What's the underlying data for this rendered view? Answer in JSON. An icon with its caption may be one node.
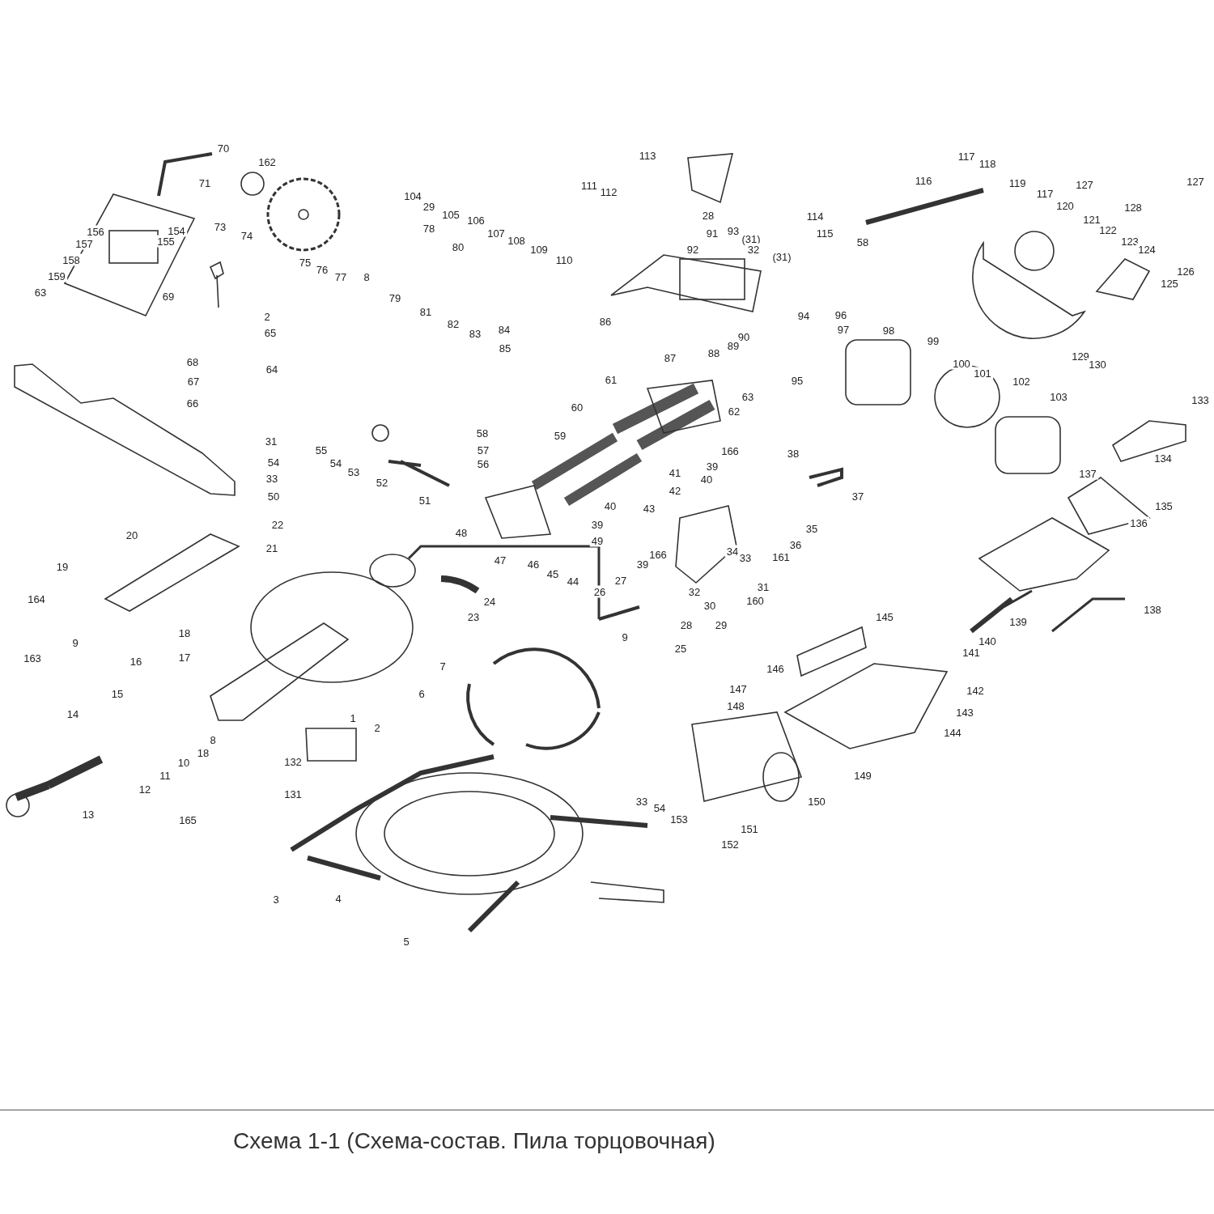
{
  "diagram": {
    "title": "Схема 1-1 (Схема-состав. Пила торцовочная)",
    "labels": [
      "70",
      "162",
      "71",
      "73",
      "74",
      "154",
      "156",
      "155",
      "157",
      "158",
      "159",
      "63",
      "69",
      "2",
      "65",
      "68",
      "64",
      "67",
      "66",
      "31",
      "54",
      "33",
      "50",
      "104",
      "29",
      "111",
      "105",
      "106",
      "107",
      "108",
      "109",
      "110",
      "78",
      "80",
      "75",
      "76",
      "77",
      "8",
      "79",
      "81",
      "82",
      "83",
      "84",
      "85",
      "86",
      "113",
      "112",
      "28",
      "91",
      "93",
      "(31)",
      "92",
      "32",
      "(31)",
      "94",
      "96",
      "97",
      "90",
      "89",
      "87",
      "88",
      "98",
      "99",
      "95",
      "116",
      "117",
      "118",
      "119",
      "117",
      "114",
      "115",
      "58",
      "120",
      "121",
      "122",
      "127",
      "128",
      "127",
      "123",
      "124",
      "125",
      "126",
      "129",
      "130",
      "100",
      "101",
      "102",
      "103",
      "133",
      "134",
      "137",
      "135",
      "136",
      "138",
      "139",
      "140",
      "141",
      "145",
      "146",
      "142",
      "143",
      "144",
      "147",
      "148",
      "149",
      "150",
      "151",
      "152",
      "153",
      "54",
      "33",
      "61",
      "63",
      "62",
      "60",
      "59",
      "58",
      "57",
      "56",
      "55",
      "54",
      "53",
      "52",
      "51",
      "48",
      "47",
      "46",
      "45",
      "44",
      "49",
      "39",
      "40",
      "43",
      "41",
      "42",
      "166",
      "38",
      "39",
      "40",
      "37",
      "35",
      "36",
      "161",
      "166",
      "39",
      "34",
      "33",
      "31",
      "160",
      "27",
      "26",
      "32",
      "30",
      "28",
      "29",
      "25",
      "9",
      "22",
      "21",
      "20",
      "19",
      "24",
      "23",
      "164",
      "18",
      "17",
      "9",
      "163",
      "7",
      "16",
      "6",
      "15",
      "14",
      "8",
      "18",
      "10",
      "1",
      "2",
      "132",
      "11",
      "12",
      "131",
      "13",
      "165",
      "3",
      "4",
      "5"
    ]
  }
}
